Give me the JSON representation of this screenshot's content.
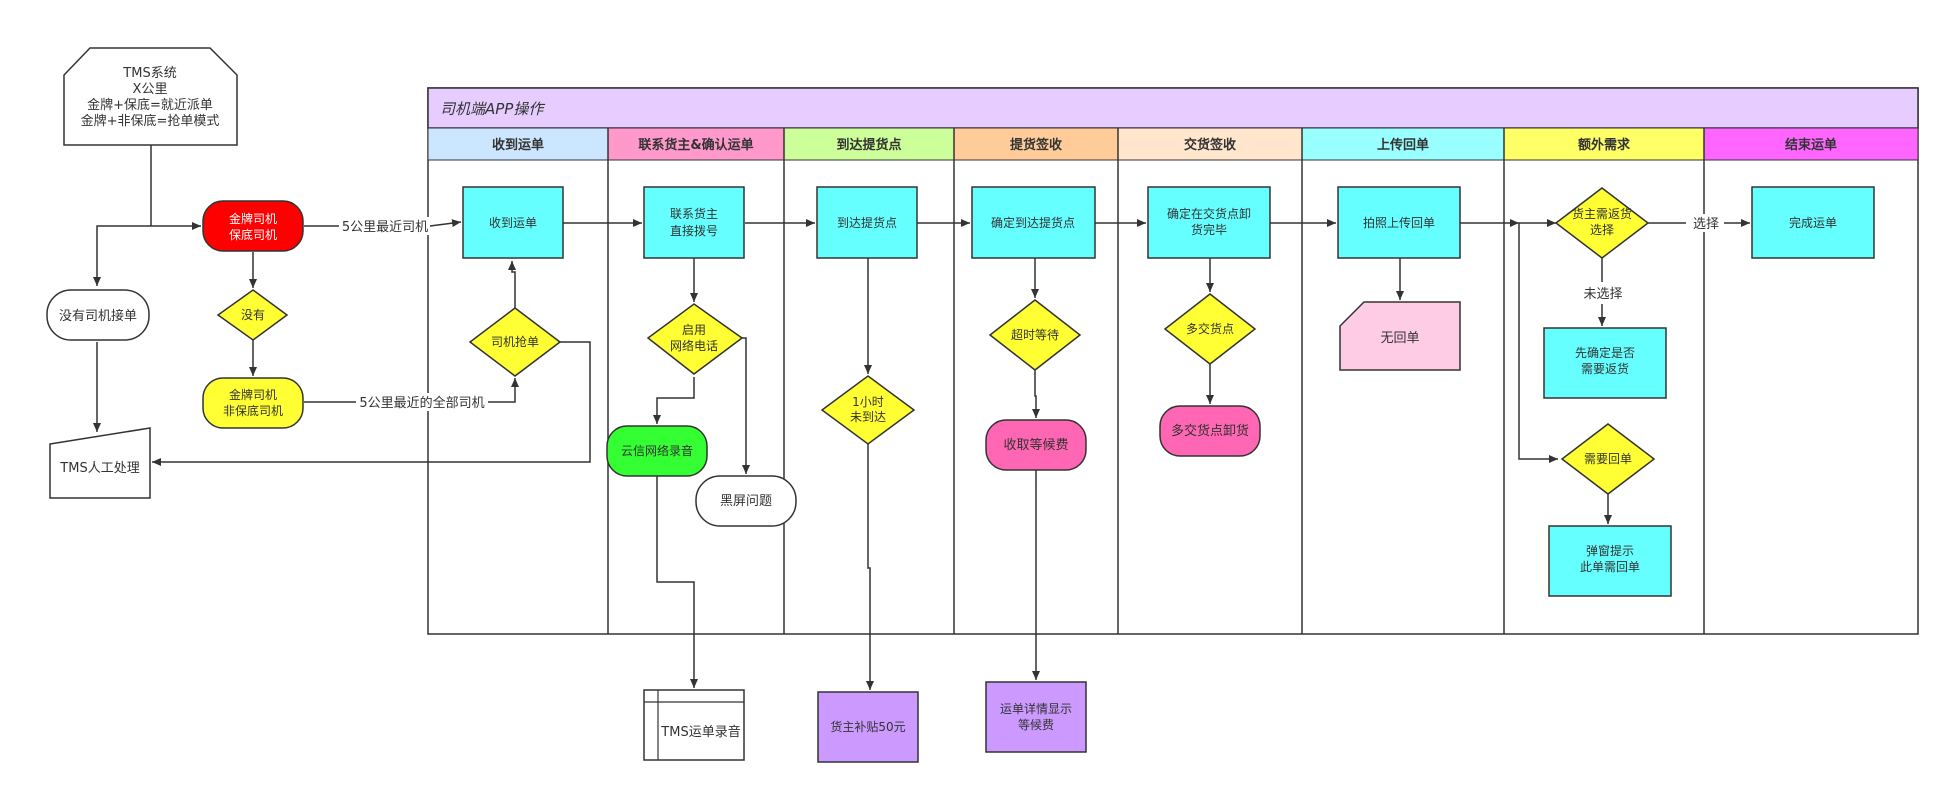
{
  "pool": {
    "title": "司机端APP操作",
    "lanes": [
      {
        "label": "收到运单",
        "color": "#cce6ff"
      },
      {
        "label": "联系货主&确认运单",
        "color": "#ff99cc"
      },
      {
        "label": "到达提货点",
        "color": "#ccff99"
      },
      {
        "label": "提货签收",
        "color": "#ffcc99"
      },
      {
        "label": "交货签收",
        "color": "#ffe6cc"
      },
      {
        "label": "上传回单",
        "color": "#99ffff"
      },
      {
        "label": "额外需求",
        "color": "#ffff66"
      },
      {
        "label": "结束运单",
        "color": "#ff66ff"
      }
    ]
  },
  "left": {
    "tms_system": [
      "TMS系统",
      "X公里",
      "金牌+保底=就近派单",
      "金牌+非保底=抢单模式"
    ],
    "gold_guarantee": [
      "金牌司机",
      "保底司机"
    ],
    "none": "没有",
    "gold_nonguarantee": [
      "金牌司机",
      "非保底司机"
    ],
    "no_driver": "没有司机接单",
    "tms_manual": "TMS人工处理"
  },
  "nodes": {
    "receive": "收到运单",
    "grab": "司机抢单",
    "contact": [
      "联系货主",
      "直接拨号"
    ],
    "net_call": [
      "启用",
      "网络电话"
    ],
    "recording": "云信网络录音",
    "black_screen": "黑屏问题",
    "tms_recording": "TMS运单录音",
    "arrive": "到达提货点",
    "hour_late": [
      "1小时",
      "未到达"
    ],
    "subsidy": "货主补贴50元",
    "confirm_arrive": "确定到达提货点",
    "timeout": "超时等待",
    "waiting_fee": "收取等候费",
    "detail_fee": [
      "运单详情显示",
      "等候费"
    ],
    "unload": [
      "确定在交货点卸",
      "货完毕"
    ],
    "multi": "多交货点",
    "multi_unload": "多交货点卸货",
    "upload": "拍照上传回单",
    "no_receipt": "无回单",
    "need_return": [
      "货主需返货",
      "选择"
    ],
    "confirm_return": [
      "先确定是否",
      "需要返货"
    ],
    "need_receipt": "需要回单",
    "popup": [
      "弹窗提示",
      "此单需回单"
    ],
    "complete": "完成运单"
  },
  "edge_labels": {
    "nearest": "5公里最近司机",
    "all_nearby": "5公里最近的全部司机",
    "selected": "选择",
    "not_selected": "未选择"
  },
  "colors": {
    "cyan": "#66ffff",
    "yellow": "#ffff33",
    "red": "#ff0000",
    "green": "#33ff33",
    "pink": "#ff66b3",
    "purple": "#cc99ff",
    "light_pink": "#ffcce6",
    "pool_header": "#e6ccff"
  }
}
